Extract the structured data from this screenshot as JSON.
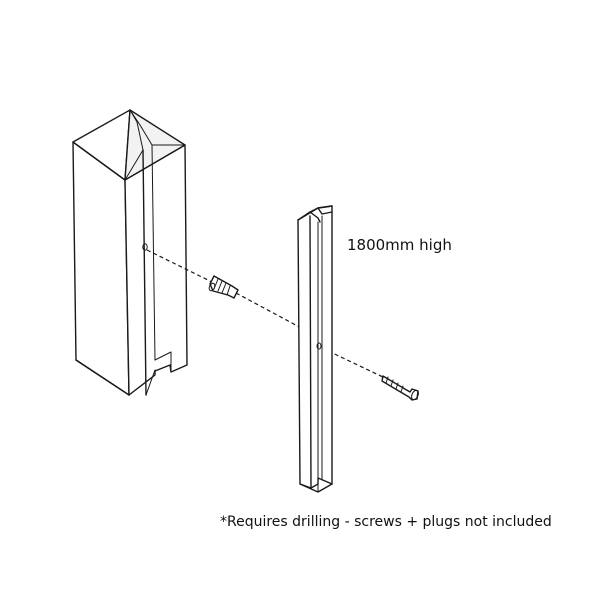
{
  "diagram": {
    "height_label": "1800mm high",
    "note": "*Requires drilling - screws + plugs not included"
  },
  "parts": {
    "post": "concrete-post",
    "plug": "wall-plug",
    "channel": "channel-extender",
    "screw": "wood-screw"
  }
}
